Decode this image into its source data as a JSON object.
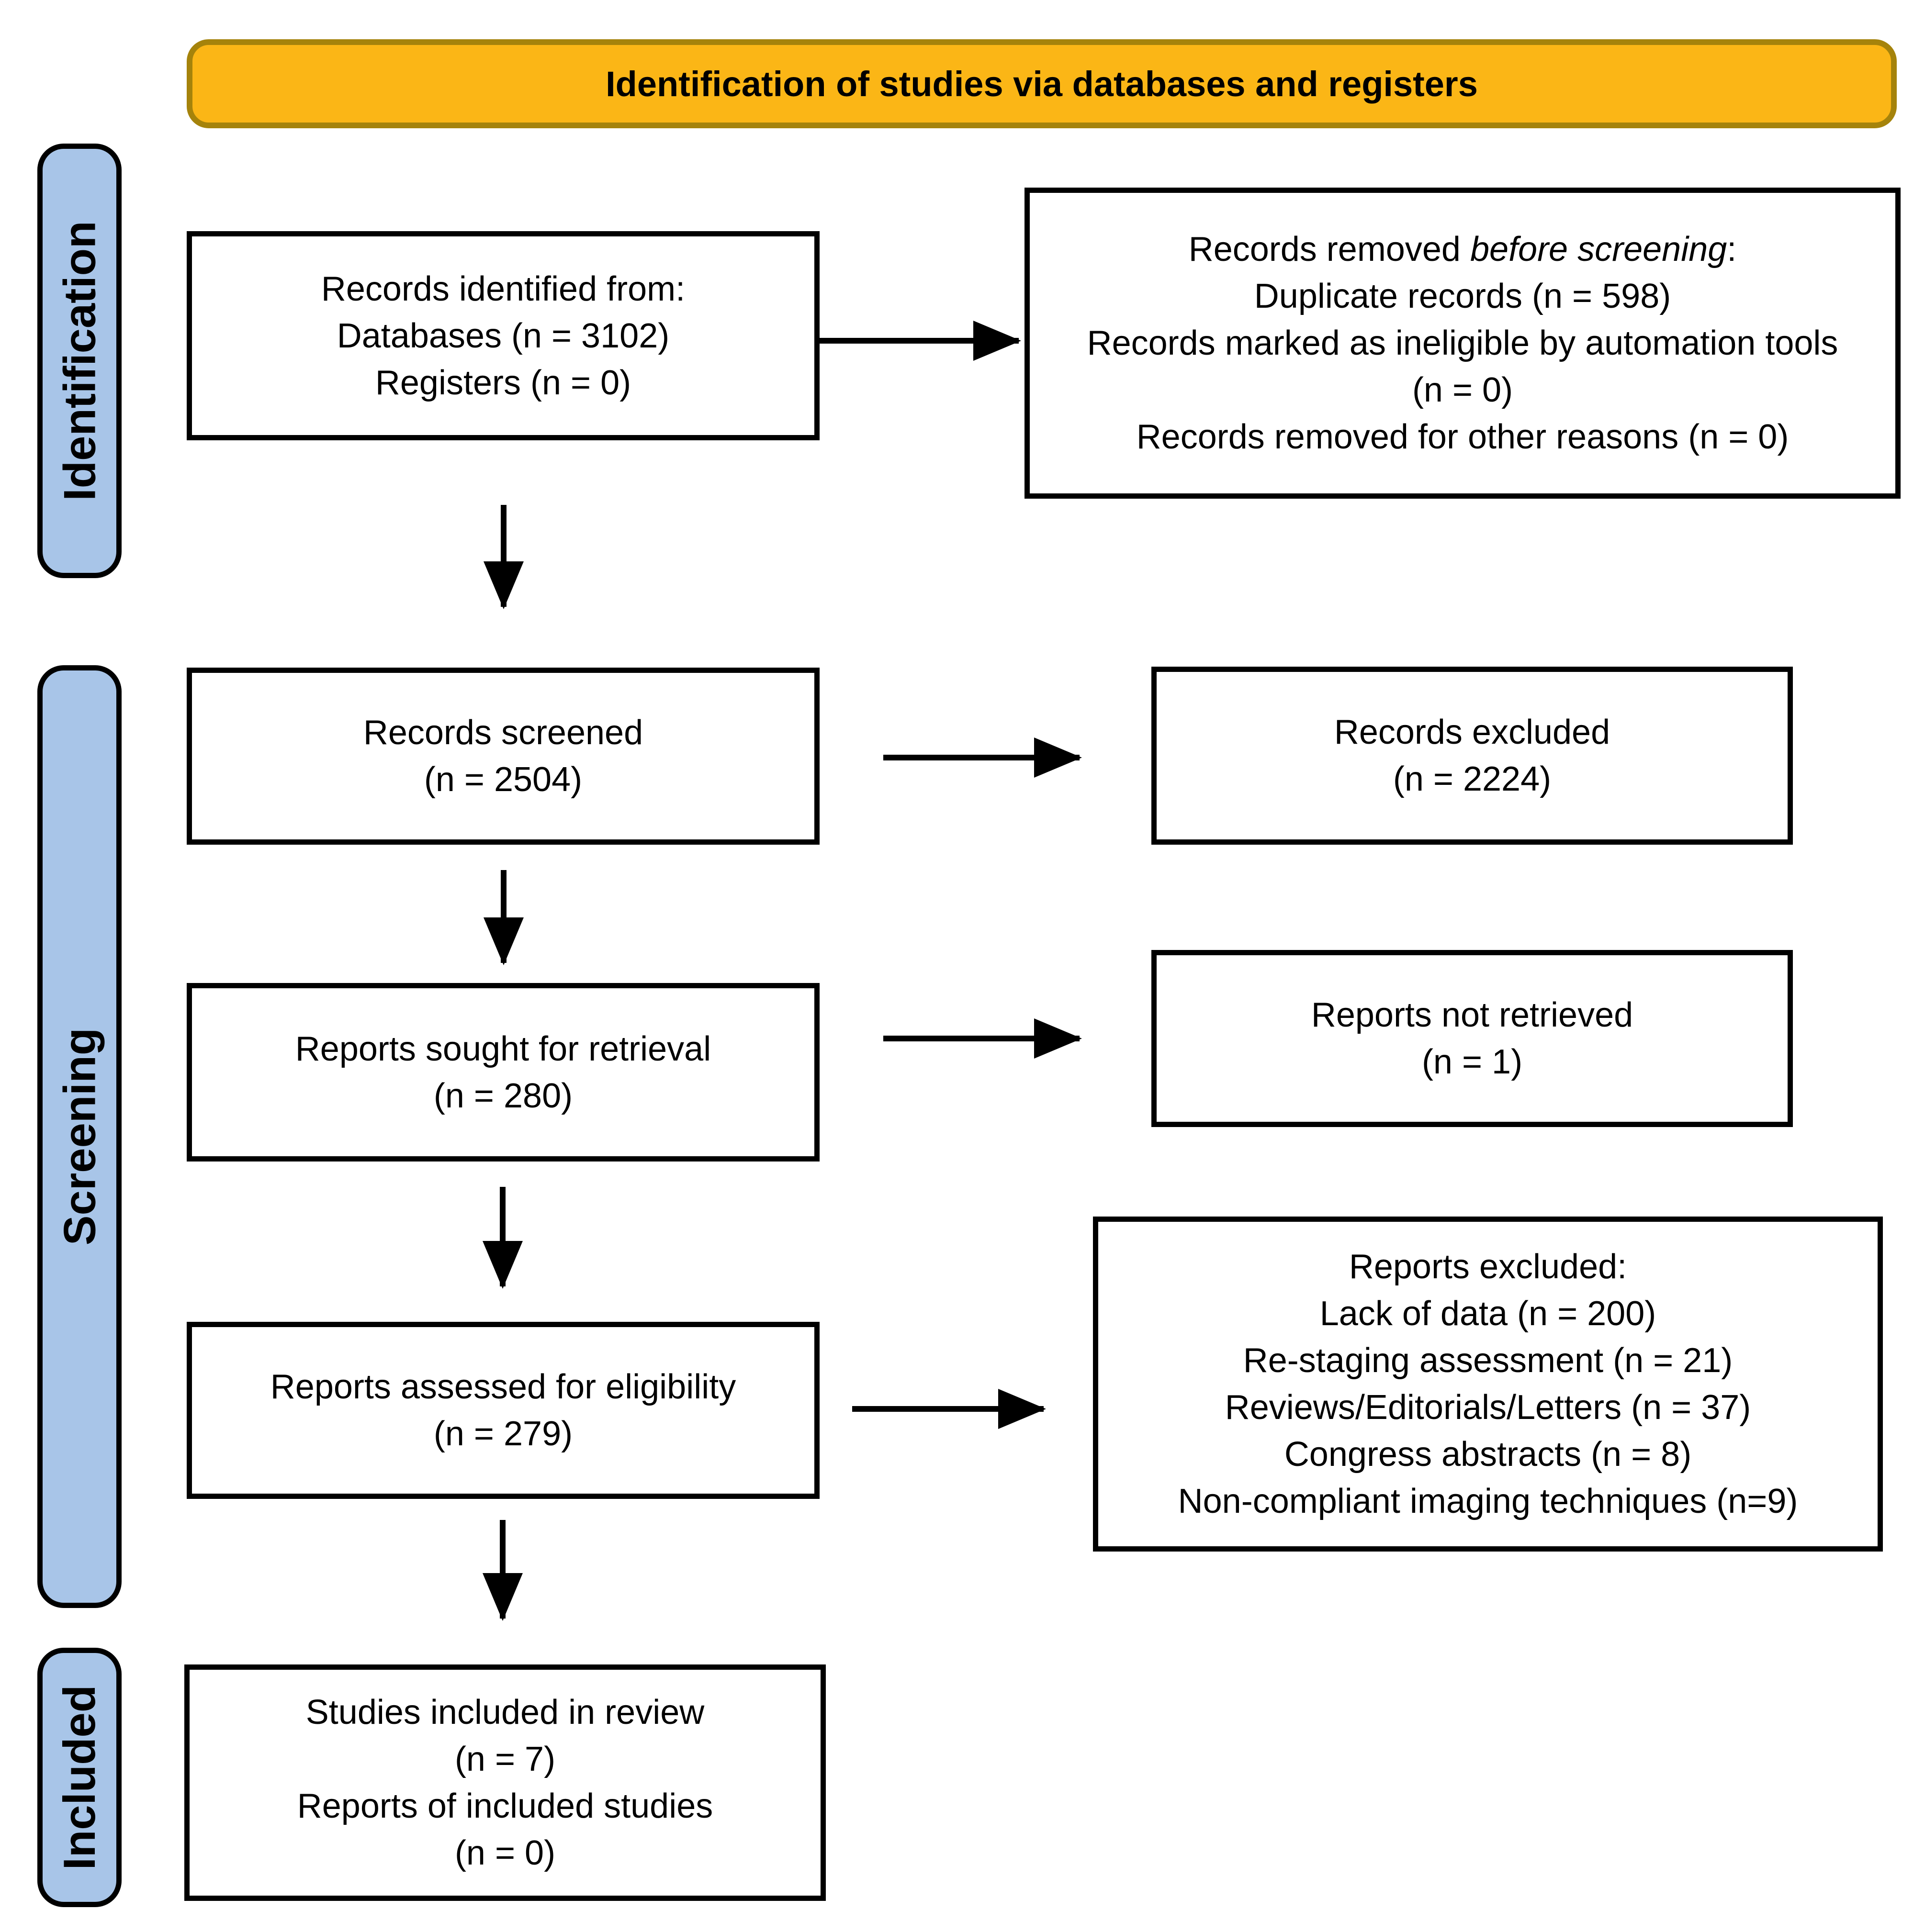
{
  "banner": {
    "title": "Identification of studies via databases and registers"
  },
  "sidebar": [
    {
      "label": "Identification"
    },
    {
      "label": "Screening"
    },
    {
      "label": "Included"
    }
  ],
  "flow": {
    "identified": {
      "lines": [
        "Records identified from:",
        "Databases (n = 3102)",
        "Registers (n = 0)"
      ]
    },
    "removed": {
      "prefix": "Records removed ",
      "italic": "before screening",
      "suffix": ":",
      "lines": [
        "Duplicate records (n = 598)",
        "Records marked as ineligible by automation tools (n = 0)",
        "Records removed for other reasons (n = 0)"
      ]
    },
    "screened": {
      "lines": [
        "Records screened",
        "(n = 2504)"
      ]
    },
    "excluded": {
      "lines": [
        "Records excluded",
        "(n = 2224)"
      ]
    },
    "sought": {
      "lines": [
        "Reports sought for retrieval",
        "(n = 280)"
      ]
    },
    "not_retrieved": {
      "lines": [
        "Reports not retrieved",
        "(n = 1)"
      ]
    },
    "assessed": {
      "lines": [
        "Reports assessed for eligibility",
        "(n = 279)"
      ]
    },
    "reports_excluded": {
      "lines": [
        "Reports excluded:",
        "Lack of data (n = 200)",
        "Re-staging assessment (n = 21)",
        "Reviews/Editorials/Letters (n = 37)",
        "Congress abstracts (n = 8)",
        "Non-compliant imaging techniques (n=9)"
      ]
    },
    "included_studies": {
      "lines": [
        "Studies included in review",
        "(n = 7)",
        "Reports of included studies",
        "(n = 0)"
      ]
    }
  },
  "colors": {
    "banner_fill": "#FBB616",
    "banner_border": "#A5830B",
    "stage_fill": "#A8C5E8",
    "box_border": "#000000",
    "arrow": "#000000"
  }
}
